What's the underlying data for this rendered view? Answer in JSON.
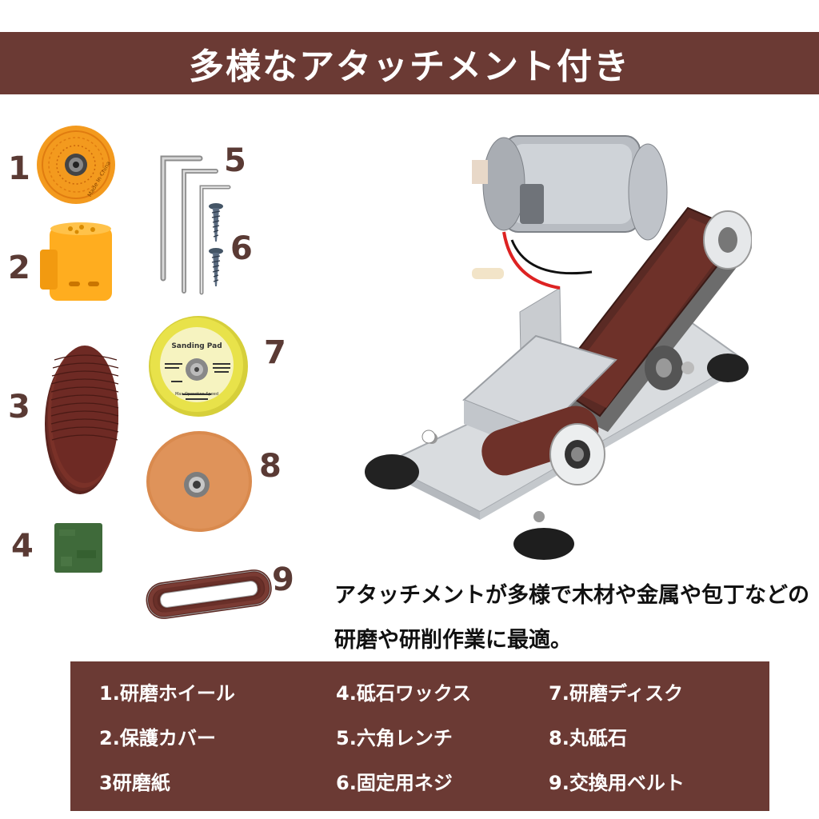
{
  "banner": {
    "title": "多様なアタッチメント付き"
  },
  "numbers": [
    "1",
    "2",
    "3",
    "4",
    "5",
    "6",
    "7",
    "8",
    "9"
  ],
  "product_labels": {
    "wheel": "Made In China",
    "pad_title": "Sanding Pad",
    "pad_speed": "Max Operation Speed"
  },
  "description": {
    "line1": "アタッチメントが多様で木材や金属や包丁などの",
    "line2": "研磨や研削作業に最適。"
  },
  "legend": {
    "col1": [
      "1.研磨ホイール",
      "2.保護カバー",
      "3研磨紙"
    ],
    "col2": [
      "4.砥石ワックス",
      "5.六角レンチ",
      "6.固定用ネジ"
    ],
    "col3": [
      "7.研磨ディスク",
      "8.丸砥石",
      "9.交換用ベルト"
    ]
  },
  "colors": {
    "brand_brown": "#6b3a34",
    "number_brown": "#5a3a34",
    "wheel_orange": "#f39a1e",
    "cover_orange": "#ffad1f",
    "sandpaper": "#6e2a24",
    "wax_green": "#3f6a3a",
    "pad_yellow": "#e8e24a",
    "stone_orange": "#d98a4e",
    "belt": "#7a3b33"
  }
}
